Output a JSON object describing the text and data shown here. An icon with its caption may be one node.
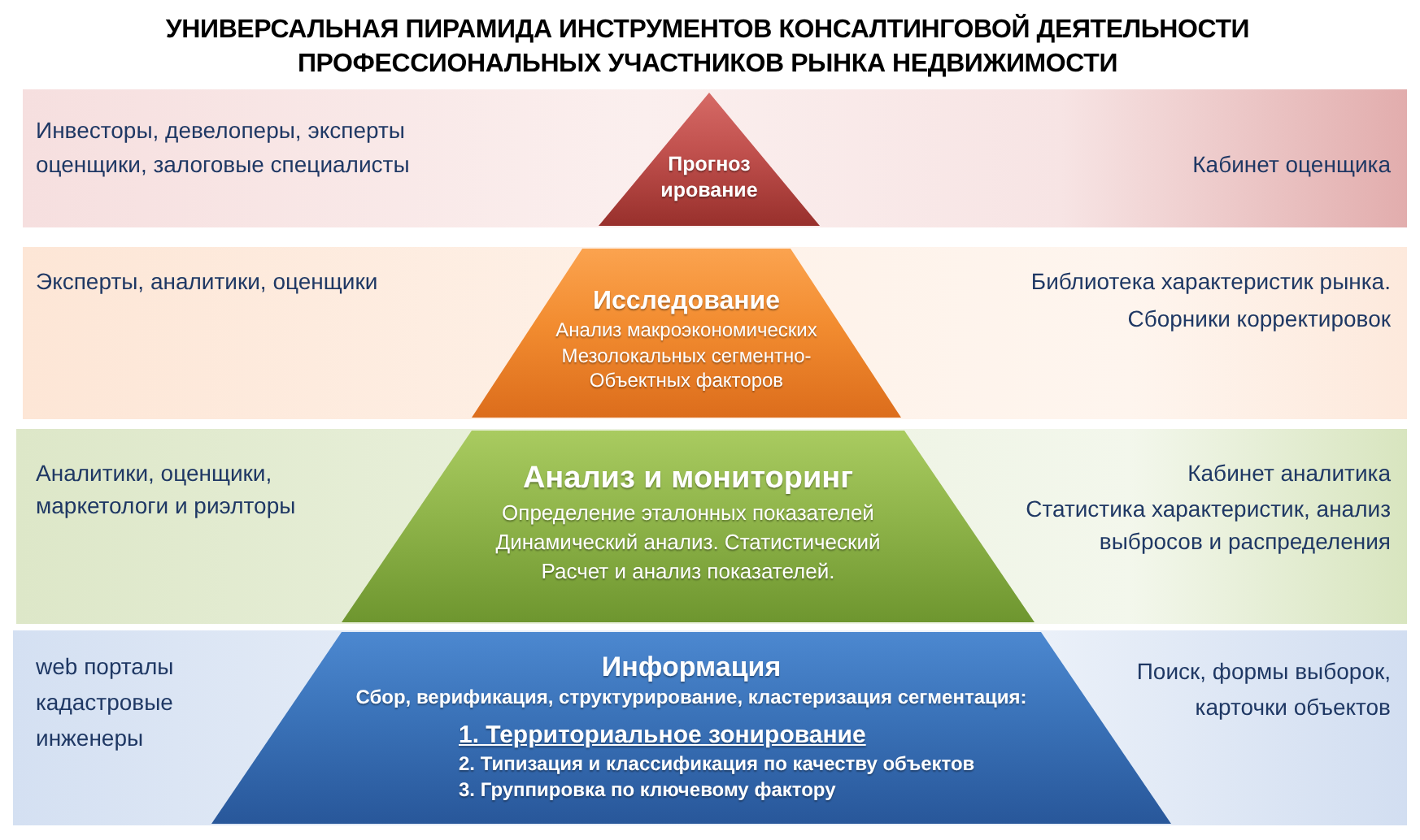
{
  "diagram": {
    "title": "УНИВЕРСАЛЬНАЯ ПИРАМИДА ИНСТРУМЕНТОВ КОНСАЛТИНГОВОЙ ДЕЯТЕЛЬНОСТИ ПРОФЕССИОНАЛЬНЫХ УЧАСТНИКОВ РЫНКА НЕДВИЖИМОСТИ",
    "nodes": [
      {
        "text": [
          "Инвесторы, девелоперы, эксперты оценщики, залоговые специалисты",
          "Кабинет оценщика"
        ]
      },
      {
        "text": [
          "Прогнозирование"
        ],
        "in": 0
      },
      {
        "text": [
          "Эксперты, аналитики, оценщики",
          "Библиотека характеристик рынка.",
          "Сборники корректировок"
        ]
      },
      {
        "text": [
          "Исследование",
          "Анализ макроэкономических Мезолокальных сегментно-Объектных факторов"
        ],
        "in": 2
      },
      {
        "text": [
          "Аналитики, оценщики, маркетологи и риэлторы",
          "Кабинет аналитика",
          "Статистика характеристик, анализ выбросов и распределения"
        ]
      },
      {
        "text": [
          "Анализ и мониторинг",
          "Определение эталонных показателей Динамический анализ. Статистический Расчет и анализ показателей."
        ],
        "in": 4
      },
      {
        "text": [
          "web порталы кадастровые инженеры",
          "Поиск, формы выборок, карточки объектов"
        ]
      },
      {
        "text": [
          "Информация",
          "Сбор, верификация, структурирование, кластеризация сегментация:",
          "1. Территориальное зонирование",
          "2. Типизация и классификация по качеству объектов",
          "3. Группировка по ключевому фактору"
        ],
        "in": 6
      }
    ]
  }
}
